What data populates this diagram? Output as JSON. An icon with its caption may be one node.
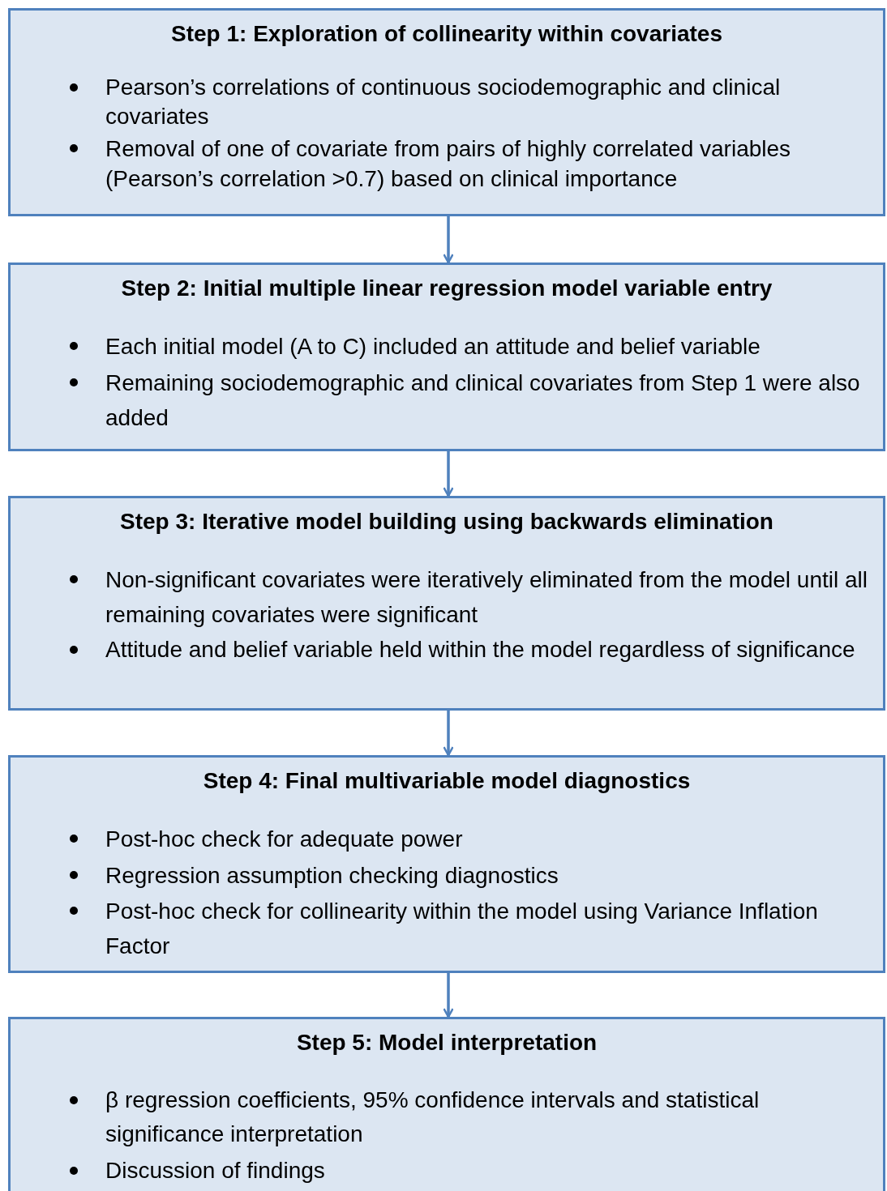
{
  "diagram": {
    "nodes": [
      {
        "text": [
          "Step 1: Exploration of collinearity within covariates",
          "Pearson’s correlations of continuous sociodemographic and clinical covariates",
          "Removal of one of covariate from pairs of highly correlated variables (Pearson’s correlation >0.7) based on clinical importance"
        ]
      },
      {
        "text": [
          "Step 2: Initial multiple linear regression model variable entry",
          "Each initial model (A to C) included an attitude and belief variable",
          "Remaining sociodemographic and clinical covariates from Step 1 were also added"
        ]
      },
      {
        "text": [
          "Step 3: Iterative model building using backwards elimination",
          "Non-significant covariates were iteratively eliminated from the model until all remaining covariates were significant",
          "Attitude and belief variable held within the model regardless of significance"
        ]
      },
      {
        "text": [
          "Step 4: Final multivariable model diagnostics",
          "Post-hoc check for adequate power",
          "Regression assumption checking diagnostics",
          "Post-hoc check for collinearity within the model using Variance Inflation Factor"
        ]
      },
      {
        "text": [
          "Step 5: Model interpretation",
          "β regression coefficients, 95% confidence intervals and statistical significance interpretation",
          "Discussion of findings"
        ]
      }
    ],
    "edges": [
      {
        "from": 0,
        "to": 1,
        "arrow": "to"
      },
      {
        "from": 1,
        "to": 2,
        "arrow": "to"
      },
      {
        "from": 2,
        "to": 3,
        "arrow": "to"
      },
      {
        "from": 3,
        "to": 4,
        "arrow": "to"
      }
    ]
  }
}
